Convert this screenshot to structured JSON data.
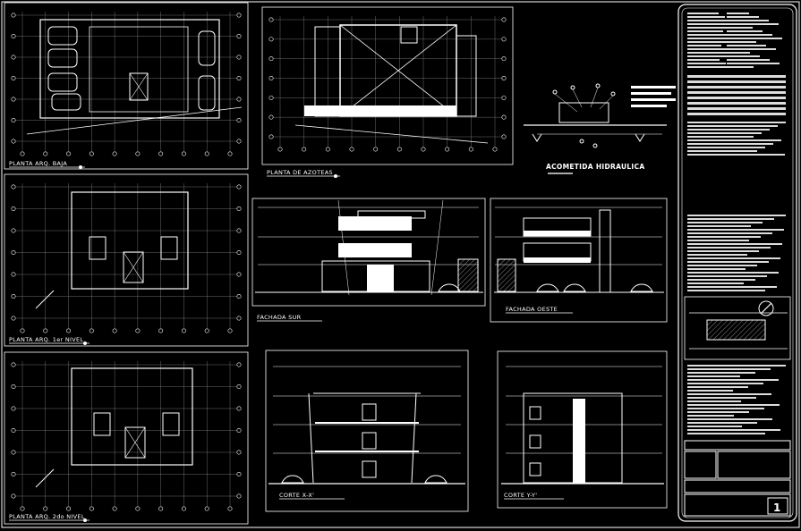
{
  "sheet": {
    "drawings": [
      {
        "id": "plan-ground",
        "title": "PLANTA ARQ. BAJA"
      },
      {
        "id": "plan-first",
        "title": "PLANTA ARQ. 1er NIVEL"
      },
      {
        "id": "plan-second",
        "title": "PLANTA ARQ. 2do NIVEL"
      },
      {
        "id": "plan-roof",
        "title": "PLANTA DE AZOTEAS"
      },
      {
        "id": "hydraulic-connection",
        "title": "ACOMETIDA HIDRAULICA"
      },
      {
        "id": "elevation-south",
        "title": "FACHADA SUR"
      },
      {
        "id": "elevation-west",
        "title": "FACHADA OESTE"
      },
      {
        "id": "section-xx",
        "title": "CORTE X-X'"
      },
      {
        "id": "section-yy",
        "title": "CORTE Y-Y'"
      }
    ],
    "title_block": {
      "sheet_number": "1"
    }
  }
}
